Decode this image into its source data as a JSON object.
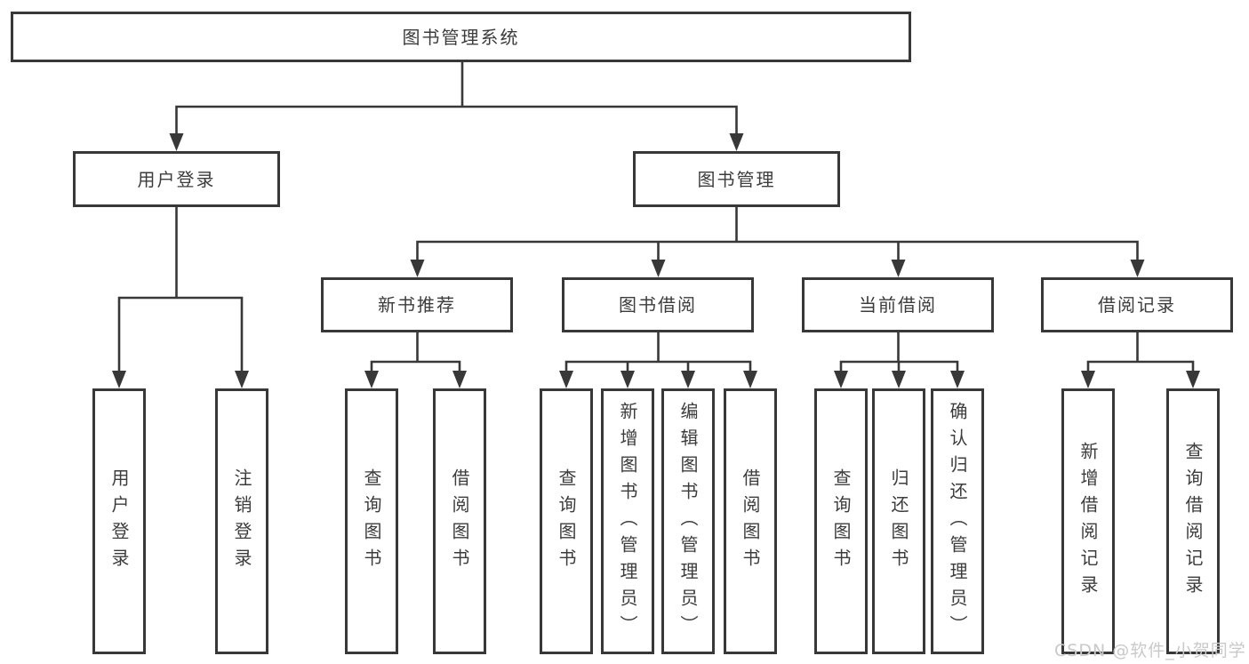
{
  "diagram": {
    "root": {
      "label": "图书管理系统"
    },
    "level2": {
      "user_login": {
        "label": "用户登录"
      },
      "book_management": {
        "label": "图书管理"
      }
    },
    "level3": {
      "new_book_recommend": {
        "label": "新书推荐"
      },
      "book_borrow": {
        "label": "图书借阅"
      },
      "current_borrow": {
        "label": "当前借阅"
      },
      "borrow_records": {
        "label": "借阅记录"
      }
    },
    "leaves": {
      "user_login": {
        "label": "用户登录"
      },
      "logout": {
        "label": "注销登录"
      },
      "rec_query_books": {
        "label": "查询图书"
      },
      "rec_borrow_books": {
        "label": "借阅图书"
      },
      "bb_query_books": {
        "label": "查询图书"
      },
      "bb_add_books_admin": {
        "label": "新增图书（管理员）"
      },
      "bb_edit_books_admin": {
        "label": "编辑图书（管理员）"
      },
      "bb_borrow_books": {
        "label": "借阅图书"
      },
      "cb_query_books": {
        "label": "查询图书"
      },
      "cb_return_books": {
        "label": "归还图书"
      },
      "cb_confirm_return_admin": {
        "label": "确认归还（管理员）"
      },
      "br_add_record": {
        "label": "新增借阅记录"
      },
      "br_query_record": {
        "label": "查询借阅记录"
      }
    },
    "watermark": "CSDN @软件_小贺同学",
    "colors": {
      "line": "#383838",
      "box_border": "#383838",
      "text": "#3c3c3c",
      "watermark": "#c9c9c9",
      "background": "#ffffff"
    }
  }
}
